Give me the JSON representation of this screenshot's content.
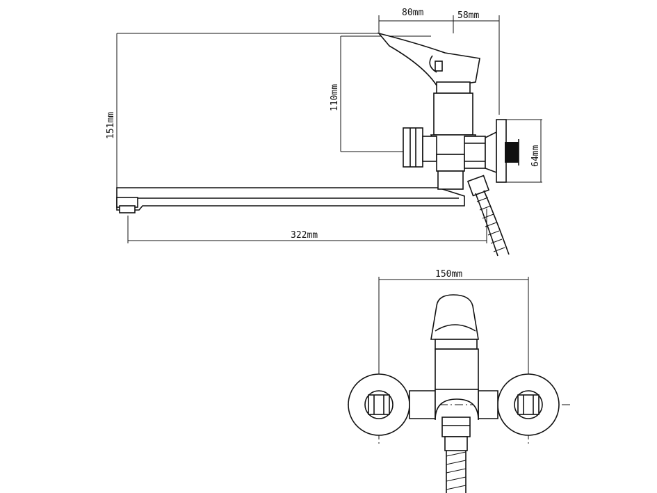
{
  "dimensions": {
    "top_handle_depth": "80mm",
    "top_wall_offset": "58mm",
    "height_overall": "151mm",
    "height_mixer": "110mm",
    "flange_diameter": "64mm",
    "spout_length": "322mm",
    "center_distance": "150mm"
  }
}
